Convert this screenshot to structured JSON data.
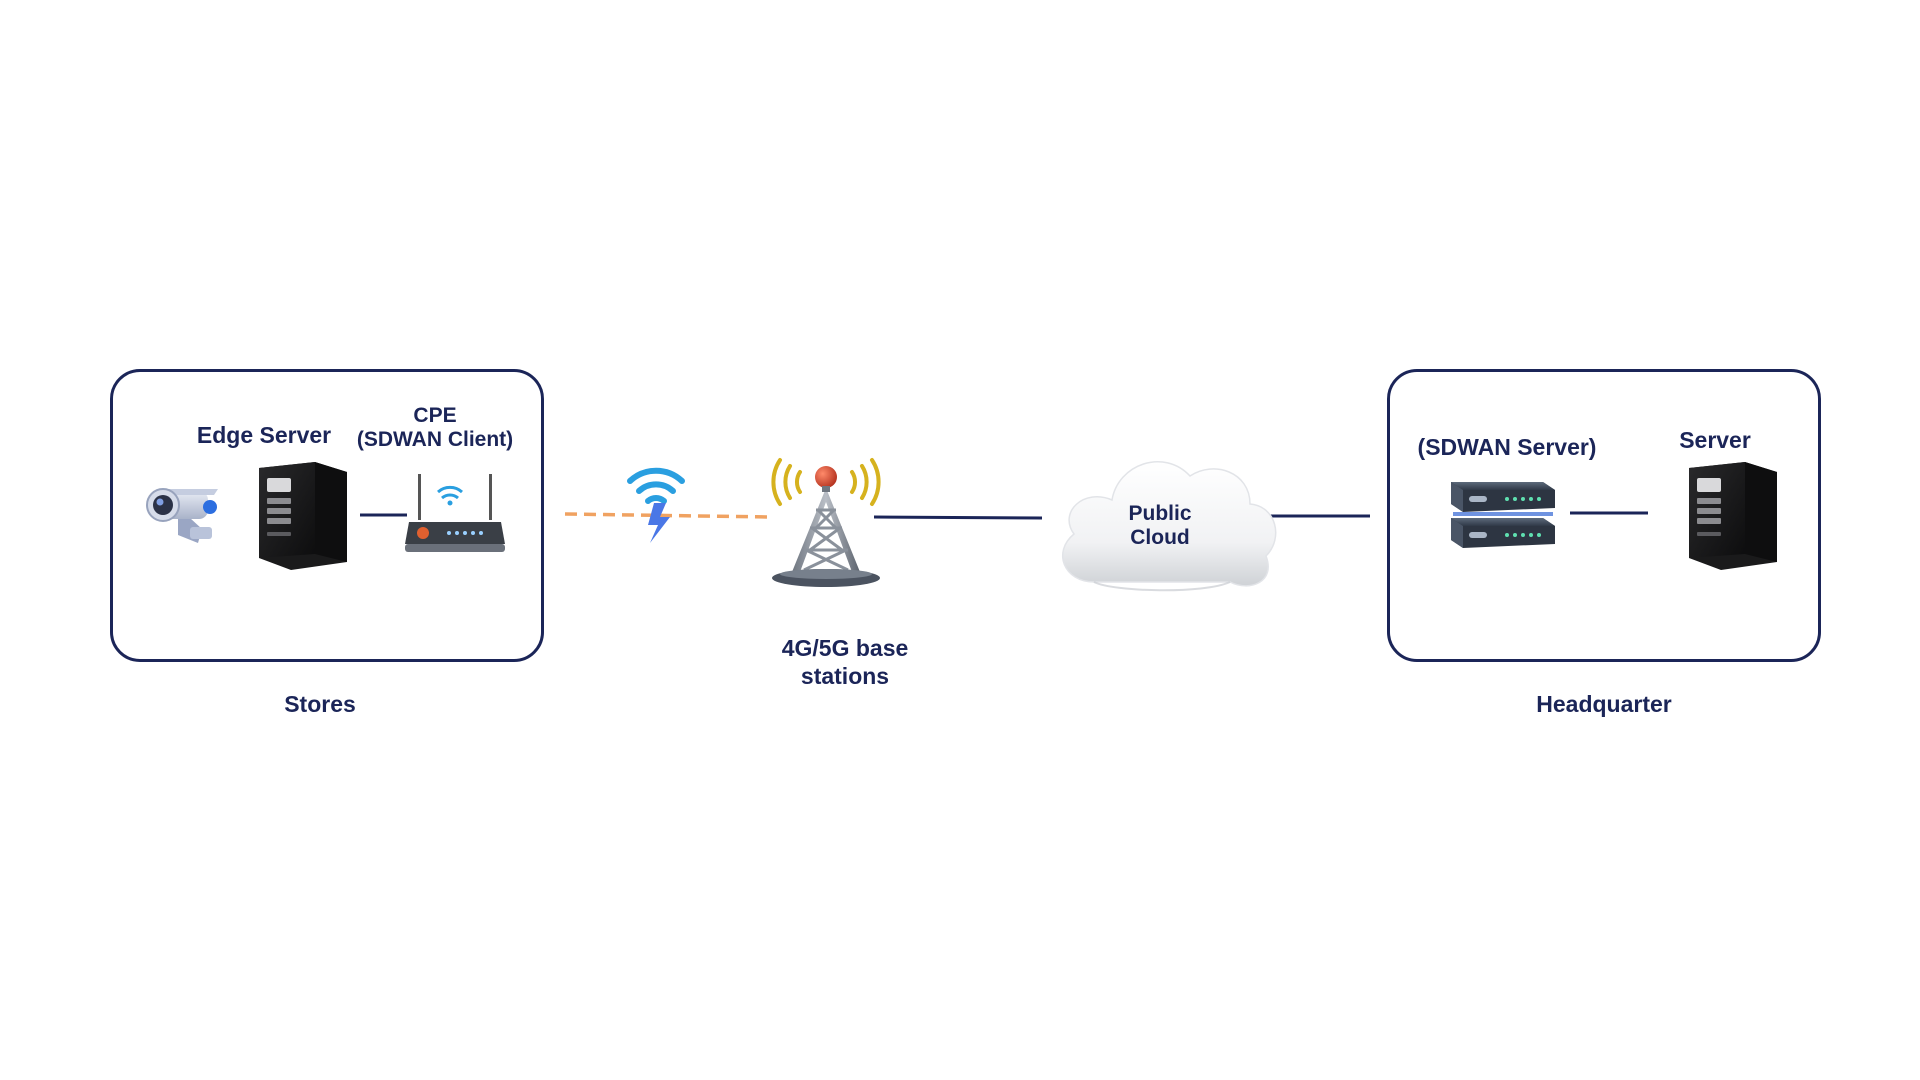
{
  "stores": {
    "title": "Stores",
    "edge_server_label": "Edge Server",
    "cpe_label_line1": "CPE",
    "cpe_label_line2": "(SDWAN Client)"
  },
  "base_station": {
    "label_line1": "4G/5G base",
    "label_line2": "stations"
  },
  "cloud": {
    "label_line1": "Public",
    "label_line2": "Cloud"
  },
  "headquarter": {
    "title": "Headquarter",
    "sdwan_server_label": "(SDWAN Server)",
    "server_label": "Server"
  },
  "colors": {
    "navy": "#1b2558",
    "dashed_link": "#f0a261",
    "wifi_blue": "#2a9fe0"
  }
}
